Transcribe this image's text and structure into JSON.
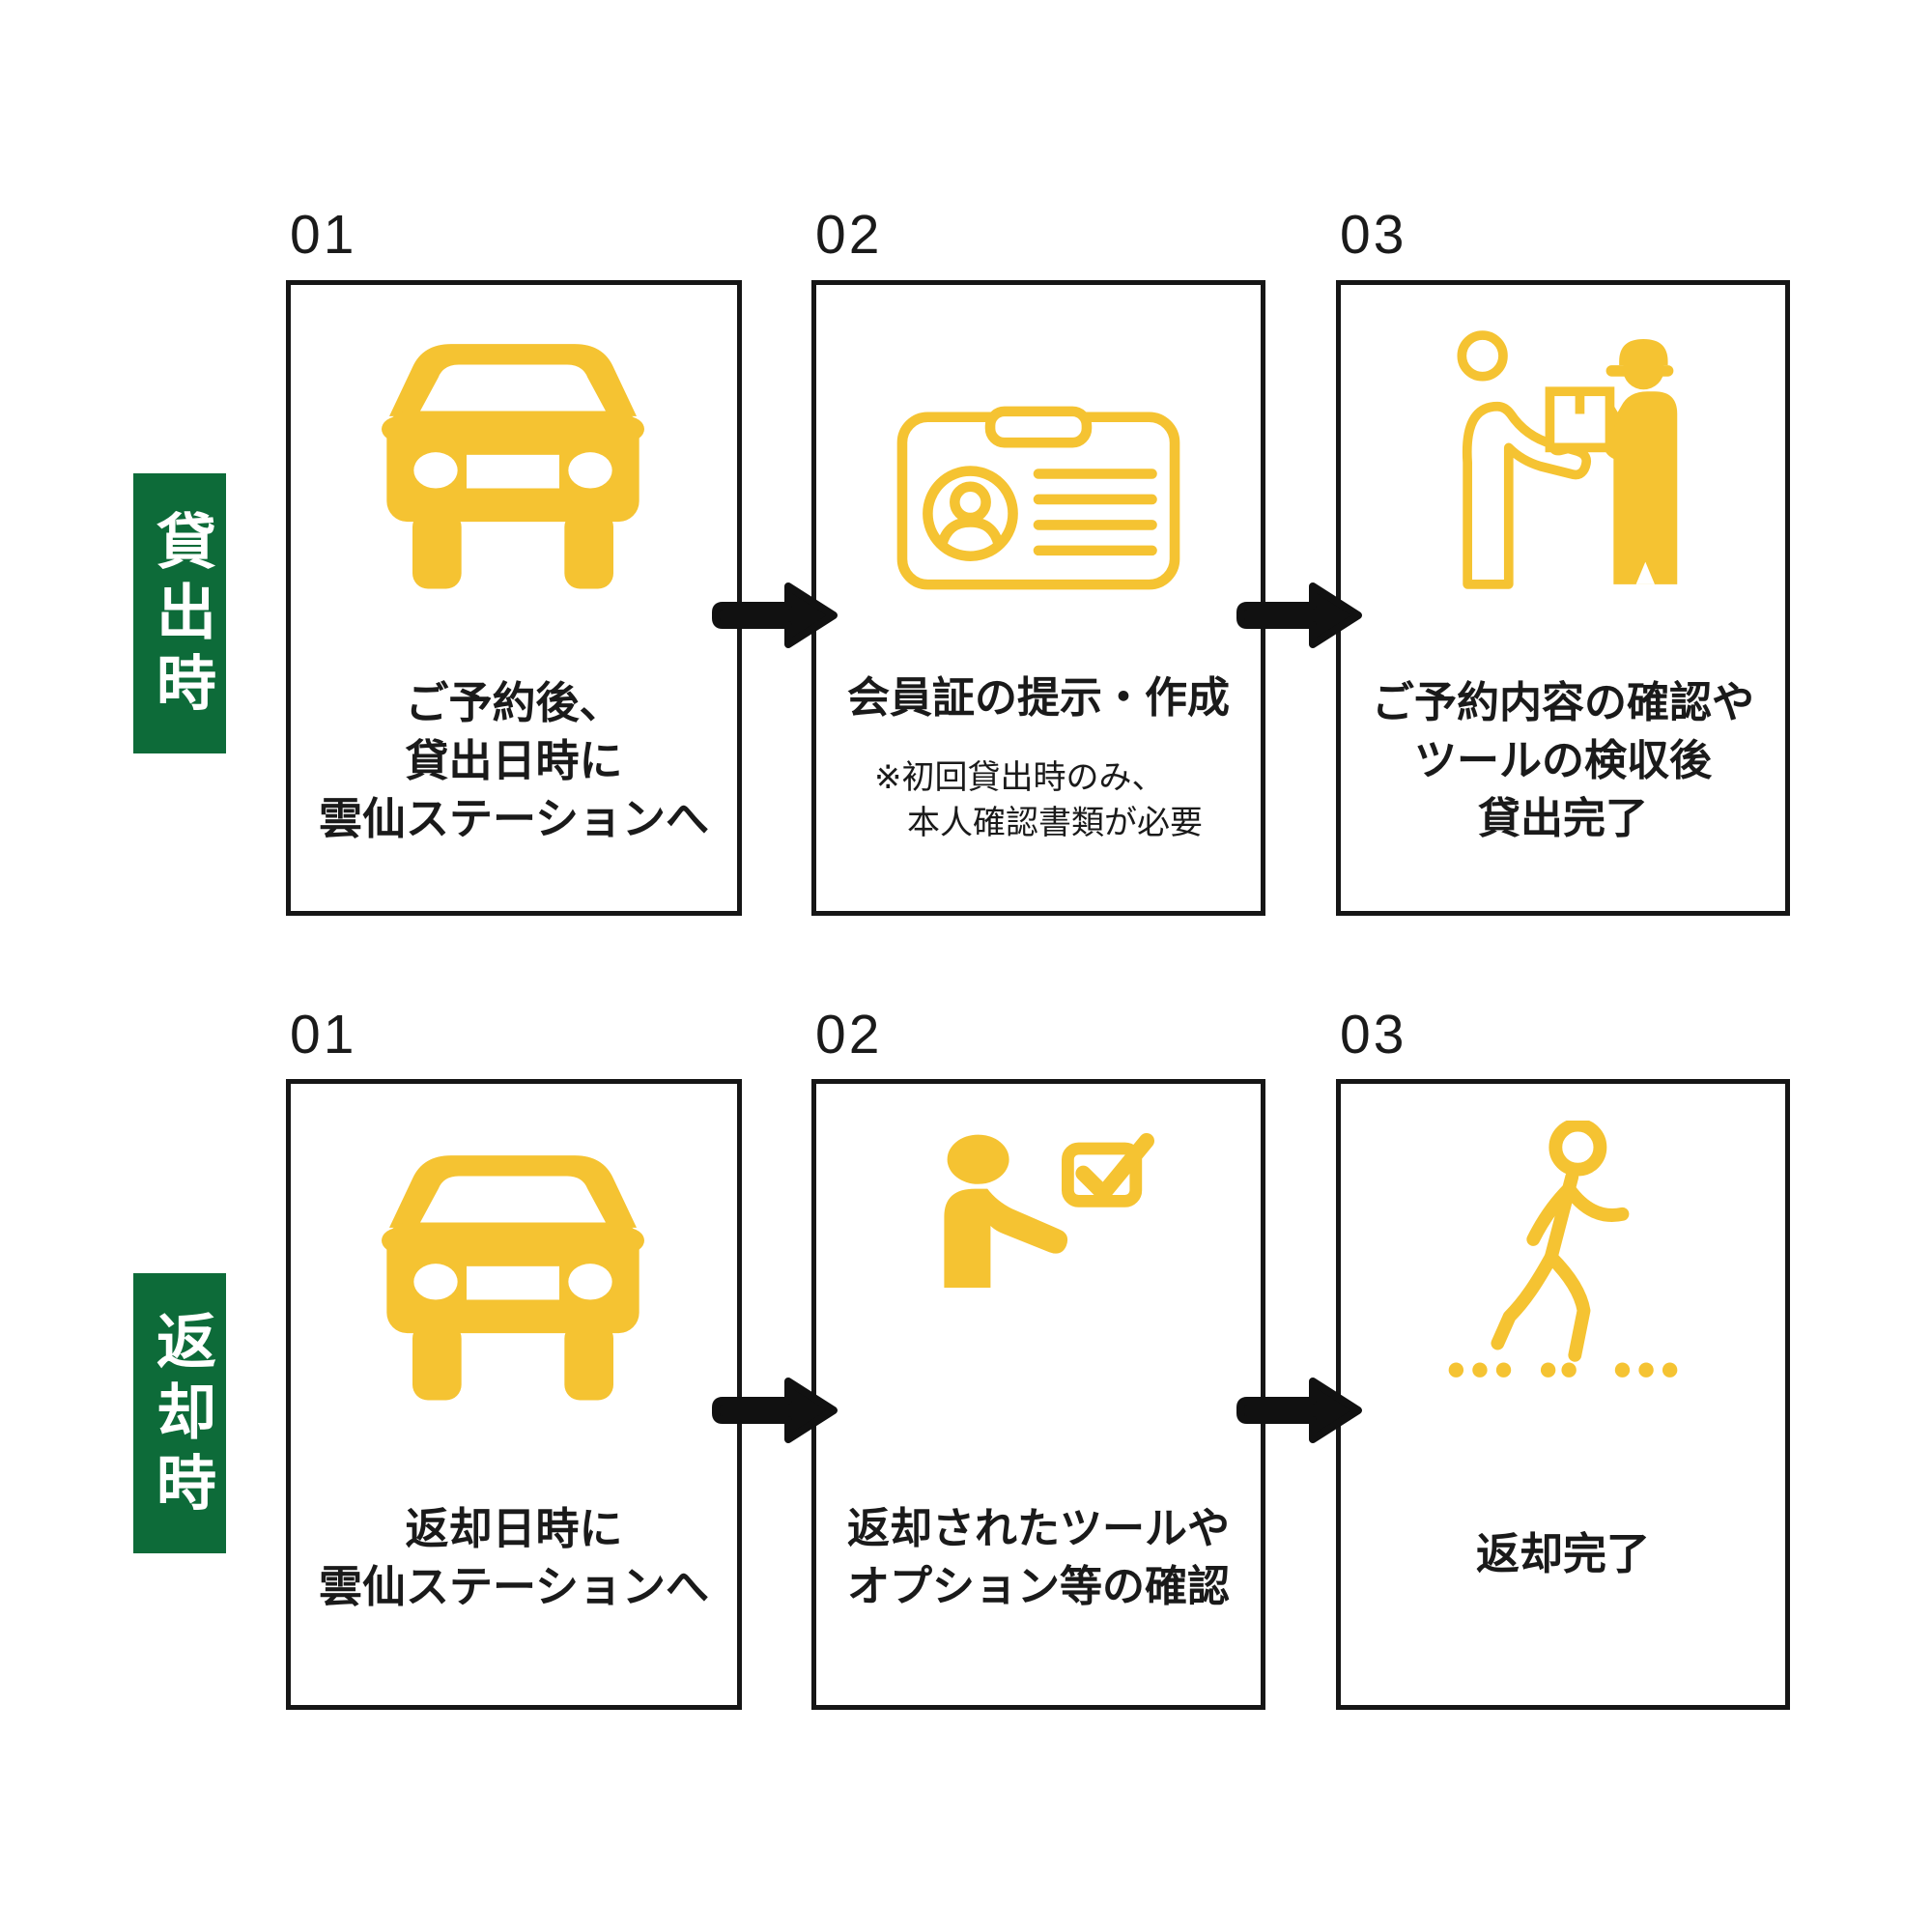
{
  "palette": {
    "yellow": "#F5C332",
    "green": "#0D6B39",
    "text": "#1A1A1A"
  },
  "rows": [
    {
      "tag": "貸出時",
      "steps": [
        {
          "number": "01",
          "icon": "car-front-icon",
          "lines": [
            "ご予約後、",
            "貸出日時に",
            "雲仙ステーションへ"
          ]
        },
        {
          "number": "02",
          "icon": "membership-card-icon",
          "title": "会員証の提示・作成",
          "note_lines": [
            "※初回貸出時のみ、",
            "本人確認書類が必要"
          ]
        },
        {
          "number": "03",
          "icon": "box-handover-icon",
          "lines": [
            "ご予約内容の確認や",
            "ツールの検収後",
            "貸出完了"
          ]
        }
      ]
    },
    {
      "tag": "返却時",
      "steps": [
        {
          "number": "01",
          "icon": "car-front-icon",
          "lines": [
            "返却日時に",
            "雲仙ステーションへ"
          ]
        },
        {
          "number": "02",
          "icon": "person-checklist-icon",
          "lines": [
            "返却されたツールや",
            "オプション等の確認"
          ]
        },
        {
          "number": "03",
          "icon": "walking-person-icon",
          "lines": [
            "返却完了"
          ]
        }
      ]
    }
  ]
}
